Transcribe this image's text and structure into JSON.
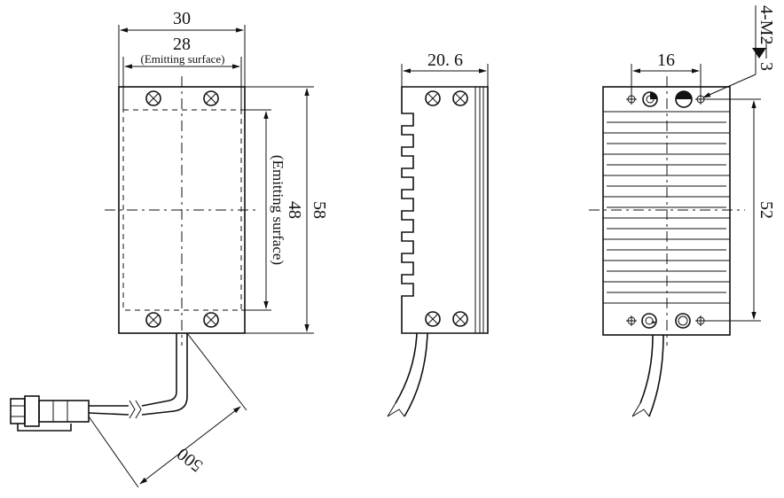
{
  "front_view": {
    "width": "30",
    "emitting_width": "28",
    "emitting_width_note": "(Emitting surface)",
    "height": "58",
    "emitting_height": "48",
    "emitting_height_note": "(Emitting surface)",
    "cable_length": "500"
  },
  "side_view": {
    "depth": "20. 6"
  },
  "rear_view": {
    "hole_spacing": "16",
    "hole_vertical_spacing": "52",
    "screw_spec": "4-M2",
    "screw_depth": "3"
  }
}
